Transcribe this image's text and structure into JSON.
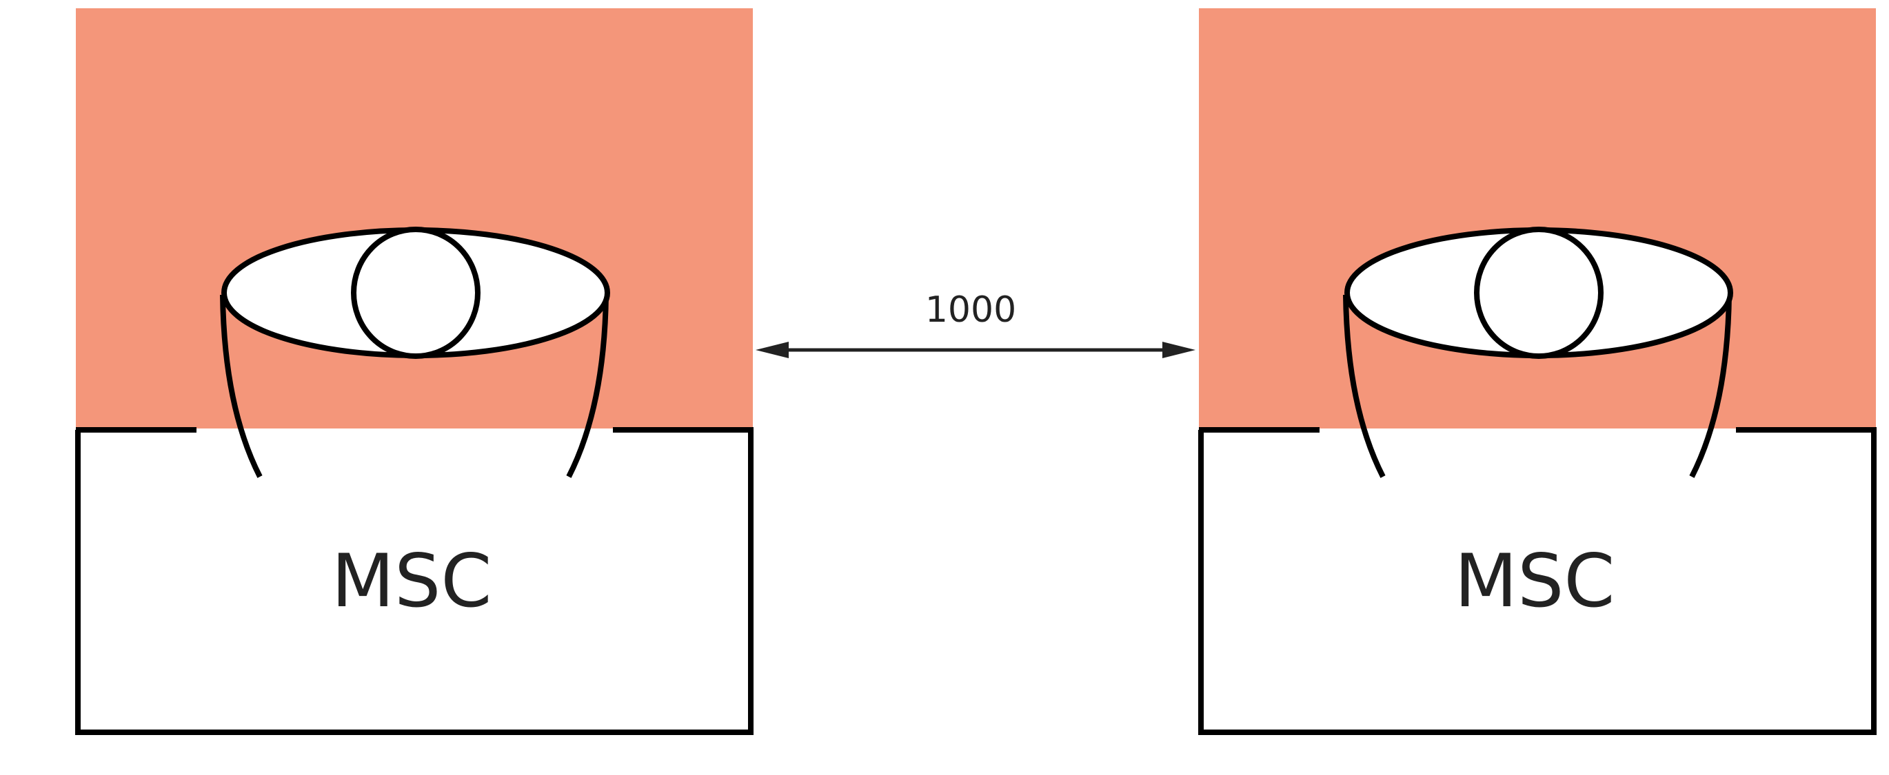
{
  "colors": {
    "zone": "#F4967A",
    "stroke": "#000000",
    "text": "#222222"
  },
  "left_unit": {
    "label": "MSC",
    "icon": "eye-icon"
  },
  "right_unit": {
    "label": "MSC",
    "icon": "eye-icon"
  },
  "distance": {
    "label": "1000",
    "icon": "double-arrow-icon"
  }
}
